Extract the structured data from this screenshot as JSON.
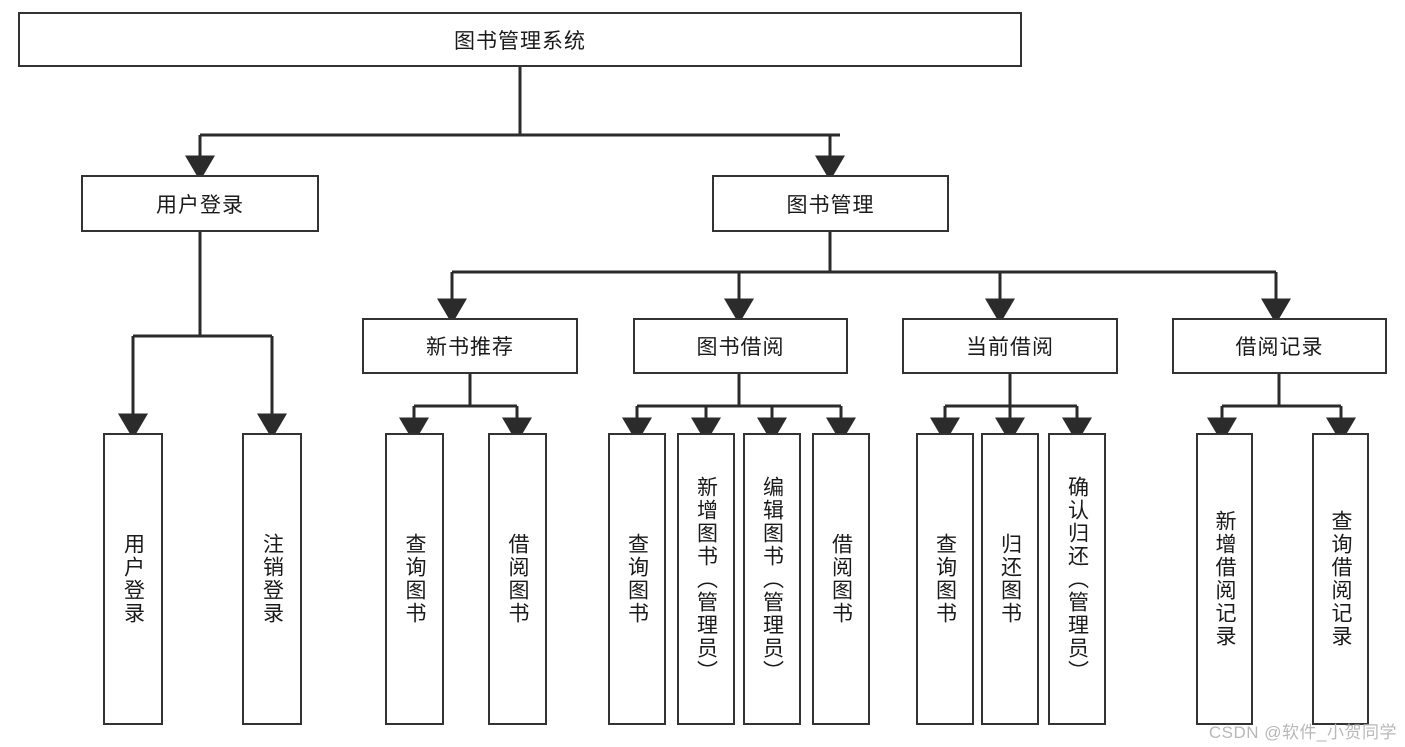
{
  "diagram": {
    "title": "图书管理系统",
    "type": "tree",
    "root": {
      "id": "root",
      "label": "图书管理系统"
    },
    "level1": [
      {
        "id": "user-login",
        "label": "用户登录"
      },
      {
        "id": "book-manage",
        "label": "图书管理"
      }
    ],
    "level2": [
      {
        "id": "new-book-rec",
        "label": "新书推荐",
        "parent": "book-manage"
      },
      {
        "id": "book-borrow",
        "label": "图书借阅",
        "parent": "book-manage"
      },
      {
        "id": "current-borrow",
        "label": "当前借阅",
        "parent": "book-manage"
      },
      {
        "id": "borrow-record",
        "label": "借阅记录",
        "parent": "book-manage"
      }
    ],
    "leaves": [
      {
        "id": "leaf-user-login",
        "label": "用户登录",
        "parent": "user-login"
      },
      {
        "id": "leaf-user-logout",
        "label": "注销登录",
        "parent": "user-login"
      },
      {
        "id": "leaf-query-book-1",
        "label": "查询图书",
        "parent": "new-book-rec"
      },
      {
        "id": "leaf-borrow-book-1",
        "label": "借阅图书",
        "parent": "new-book-rec"
      },
      {
        "id": "leaf-query-book-2",
        "label": "查询图书",
        "parent": "book-borrow"
      },
      {
        "id": "leaf-add-book",
        "label": "新增图书（管理员）",
        "parent": "book-borrow"
      },
      {
        "id": "leaf-edit-book",
        "label": "编辑图书（管理员）",
        "parent": "book-borrow"
      },
      {
        "id": "leaf-borrow-book-2",
        "label": "借阅图书",
        "parent": "book-borrow"
      },
      {
        "id": "leaf-query-book-3",
        "label": "查询图书",
        "parent": "current-borrow"
      },
      {
        "id": "leaf-return-book",
        "label": "归还图书",
        "parent": "current-borrow"
      },
      {
        "id": "leaf-confirm-return",
        "label": "确认归还（管理员）",
        "parent": "current-borrow"
      },
      {
        "id": "leaf-add-record",
        "label": "新增借阅记录",
        "parent": "borrow-record"
      },
      {
        "id": "leaf-query-record",
        "label": "查询借阅记录",
        "parent": "borrow-record"
      }
    ],
    "colors": {
      "node_border": "#333333",
      "node_fill": "#ffffff",
      "connector": "#2b2b2b",
      "background": "#ffffff",
      "watermark": "#b8b8b8"
    }
  },
  "watermark": {
    "text": "CSDN @软件_小贺同学"
  }
}
